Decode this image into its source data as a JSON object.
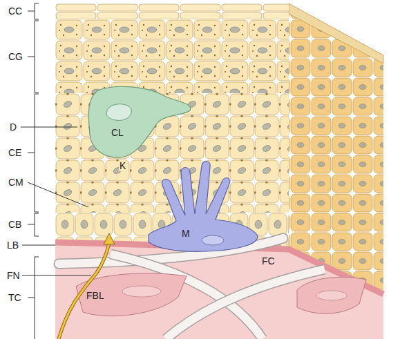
{
  "diagram": {
    "labels": [
      "CC",
      "CG",
      "D",
      "CE",
      "CL",
      "K",
      "CM",
      "CB",
      "M",
      "LB",
      "FN",
      "TC",
      "FBL",
      "FC"
    ]
  }
}
